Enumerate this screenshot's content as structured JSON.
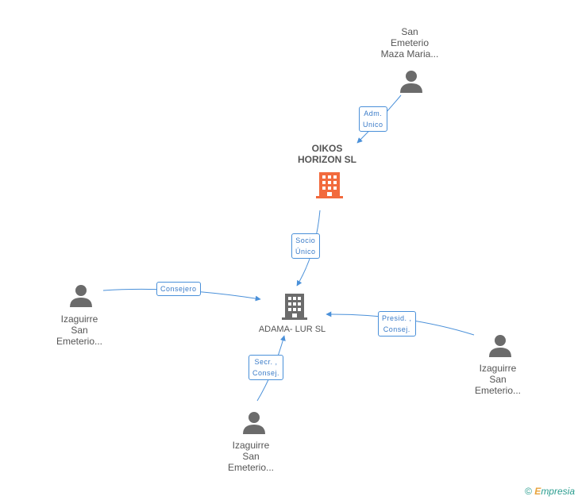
{
  "nodes": {
    "person_top": {
      "lines": [
        "San",
        "Emeterio",
        "Maza Maria..."
      ]
    },
    "company_oikos": {
      "lines": [
        "OIKOS",
        "HORIZON SL"
      ]
    },
    "company_adama": {
      "lines": [
        "ADAMA- LUR SL"
      ]
    },
    "person_left": {
      "lines": [
        "Izaguirre",
        "San",
        "Emeterio..."
      ]
    },
    "person_right": {
      "lines": [
        "Izaguirre",
        "San",
        "Emeterio..."
      ]
    },
    "person_bottom": {
      "lines": [
        "Izaguirre",
        "San",
        "Emeterio..."
      ]
    }
  },
  "edges": {
    "adm_unico": {
      "lines": [
        "Adm.",
        "Unico"
      ]
    },
    "socio_unico": {
      "lines": [
        "Socio",
        "Único"
      ]
    },
    "consejero": {
      "lines": [
        "Consejero"
      ]
    },
    "presid_consej": {
      "lines": [
        "Presid. ,",
        "Consej."
      ]
    },
    "secr_consej": {
      "lines": [
        "Secr. ,",
        "Consej."
      ]
    }
  },
  "colors": {
    "edge": "#4a90d9",
    "person_icon": "#6b6b6b",
    "company_main": "#f26a3d",
    "company_other": "#6b6b6b"
  },
  "footer": {
    "copyright": "©",
    "brand_initial": "E",
    "brand_rest": "mpresia"
  }
}
